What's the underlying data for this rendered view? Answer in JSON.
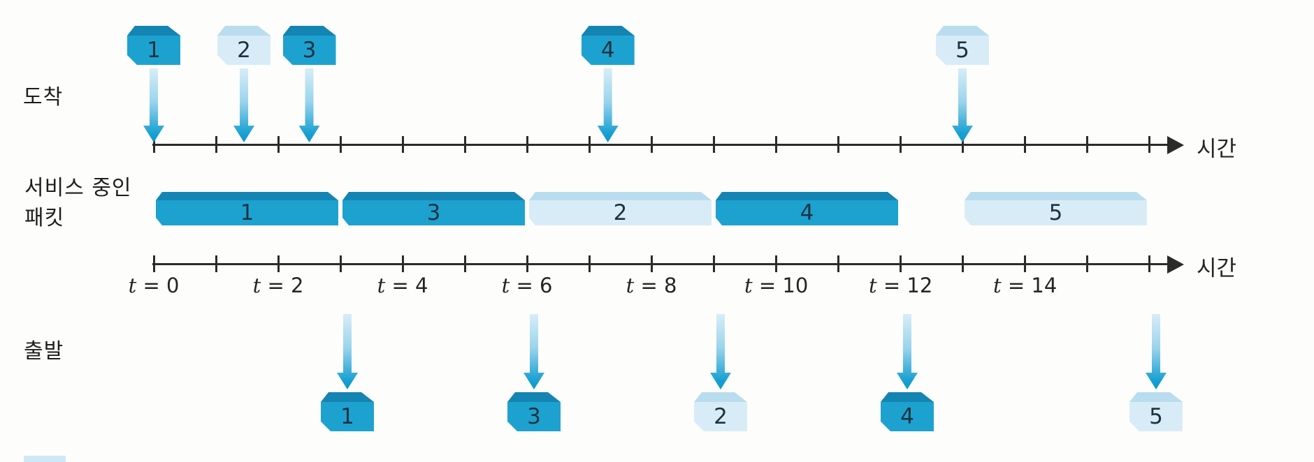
{
  "figure": {
    "rows": {
      "arrival_label": "도착",
      "service_label_line1": "서비스 중인",
      "service_label_line2": "패킷",
      "departure_label": "출발",
      "time_axis_label": "시간"
    },
    "timeline": {
      "t_min": 0,
      "t_max": 16,
      "tick_labels": [
        {
          "t": 0,
          "var": "t",
          "value": "0"
        },
        {
          "t": 2,
          "var": "t",
          "value": "2"
        },
        {
          "t": 4,
          "var": "t",
          "value": "4"
        },
        {
          "t": 6,
          "var": "t",
          "value": "6"
        },
        {
          "t": 8,
          "var": "t",
          "value": "8"
        },
        {
          "t": 10,
          "var": "t",
          "value": "10"
        },
        {
          "t": 12,
          "var": "t",
          "value": "12"
        },
        {
          "t": 14,
          "var": "t",
          "value": "14"
        }
      ]
    },
    "arrivals": [
      {
        "id": "1",
        "t": 0,
        "shade": "dark"
      },
      {
        "id": "2",
        "t": 1.45,
        "shade": "light"
      },
      {
        "id": "3",
        "t": 2.5,
        "shade": "dark"
      },
      {
        "id": "4",
        "t": 7.3,
        "shade": "dark"
      },
      {
        "id": "5",
        "t": 13,
        "shade": "light"
      }
    ],
    "service": [
      {
        "id": "1",
        "t_start": 0,
        "t_end": 3,
        "shade": "dark"
      },
      {
        "id": "3",
        "t_start": 3,
        "t_end": 6,
        "shade": "dark"
      },
      {
        "id": "2",
        "t_start": 6,
        "t_end": 9,
        "shade": "light"
      },
      {
        "id": "4",
        "t_start": 9,
        "t_end": 12,
        "shade": "dark"
      },
      {
        "id": "5",
        "t_start": 13,
        "t_end": 16,
        "shade": "light"
      }
    ],
    "departures": [
      {
        "id": "1",
        "t": 3,
        "shade": "dark"
      },
      {
        "id": "3",
        "t": 6,
        "shade": "dark"
      },
      {
        "id": "2",
        "t": 9,
        "shade": "light"
      },
      {
        "id": "4",
        "t": 12,
        "shade": "dark"
      },
      {
        "id": "5",
        "t": 16,
        "shade": "light"
      }
    ],
    "colors": {
      "packet_dark_front": "#1da2d0",
      "packet_dark_top": "#1484b2",
      "packet_light_front": "#d8ecf7",
      "packet_light_top": "#b9ddee",
      "arrow_gradient_start": "#d7edf8",
      "arrow_gradient_end": "#0f97c9",
      "axis": "#2b2b2b",
      "number_text": "#1b3340"
    }
  }
}
